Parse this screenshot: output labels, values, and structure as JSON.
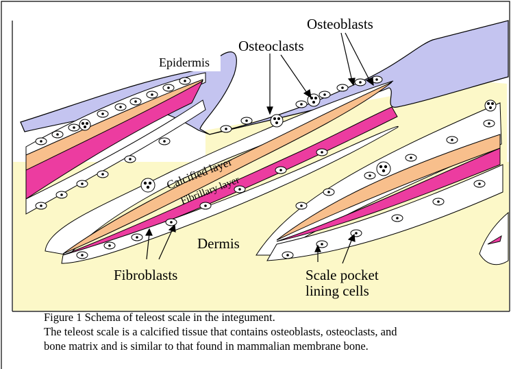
{
  "labels": {
    "epidermis": "Epidermis",
    "osteoclasts": "Osteoclasts",
    "osteoblasts": "Osteoblasts",
    "calcified_layer": "Calcified layer",
    "fibrillary_layer": "Fibrillary layer",
    "dermis": "Dermis",
    "fibroblasts": "Fibroblasts",
    "scale_pocket_line1": "Scale pocket",
    "scale_pocket_line2": "lining cells"
  },
  "caption": {
    "title": "Figure 1   Schema of teleost scale in the integument.",
    "line1": "The teleost scale is a calcified tissue that contains osteoblasts, osteoclasts, and",
    "line2": "bone matrix and is similar to that found in mammalian membrane bone."
  },
  "colors": {
    "dermis": "#fcf8c8",
    "epidermis": "#c4c4f0",
    "calcified": "#f8bf8c",
    "fibrillary": "#ec3ca0",
    "cell_outline": "#000000"
  }
}
